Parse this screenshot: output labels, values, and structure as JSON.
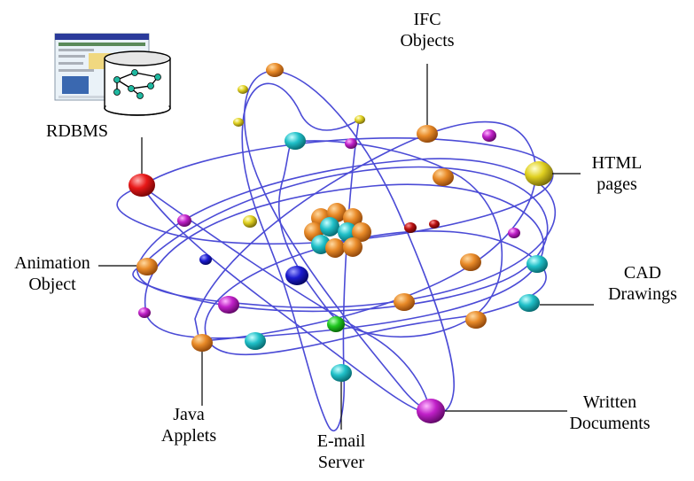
{
  "labels": {
    "ifc_line1": "IFC",
    "ifc_line2": "Objects",
    "rdbms": "RDBMS",
    "html_line1": "HTML",
    "html_line2": "pages",
    "animation_line1": "Animation",
    "animation_line2": "Object",
    "cad_line1": "CAD",
    "cad_line2": "Drawings",
    "java_line1": "Java",
    "java_line2": "Applets",
    "email_line1": "E-mail",
    "email_line2": "Server",
    "written_line1": "Written",
    "written_line2": "Documents"
  },
  "colors": {
    "orbit": "#4b4bd6",
    "orange": "#e07820",
    "cyan": "#18b8c0",
    "magenta": "#b018b8",
    "yellow": "#d8c818",
    "red": "#e01818",
    "blue": "#1818c8",
    "green": "#18c018",
    "darkred": "#b01010"
  }
}
